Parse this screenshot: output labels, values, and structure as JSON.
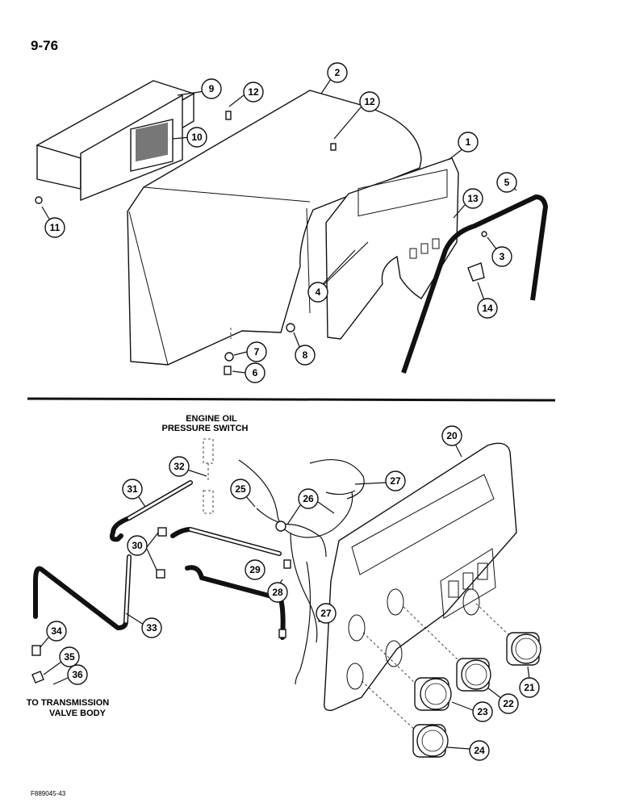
{
  "page_number": "9-76",
  "figure_id": "F889045-43",
  "labels": {
    "engine_oil_line1": "ENGINE OIL",
    "engine_oil_line2": "PRESSURE SWITCH",
    "transmission_line1": "TO TRANSMISSION",
    "transmission_line2": "VALVE BODY"
  },
  "callouts": [
    "1",
    "2",
    "3",
    "4",
    "5",
    "6",
    "7",
    "8",
    "9",
    "10",
    "11",
    "12",
    "12",
    "13",
    "14",
    "20",
    "21",
    "22",
    "23",
    "24",
    "25",
    "26",
    "27",
    "27",
    "28",
    "29",
    "30",
    "31",
    "32",
    "33",
    "34",
    "35",
    "36"
  ]
}
